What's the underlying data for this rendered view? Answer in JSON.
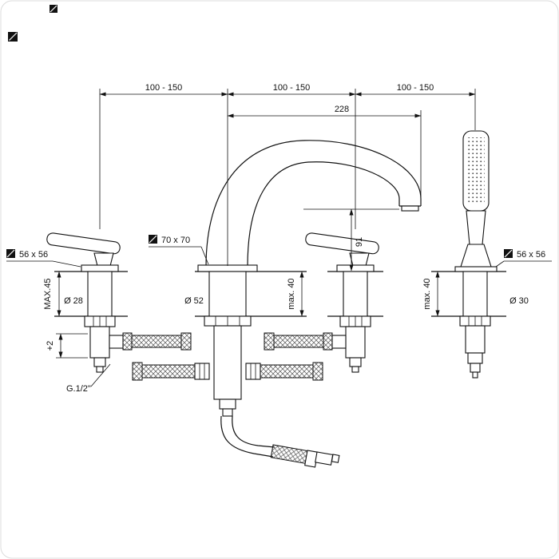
{
  "meta": {
    "background": "#ffffff",
    "line_color": "#111111",
    "border_color": "#dcdcdc",
    "description": "Technical dimensional drawing of a deck-mounted bath mixer with spout, two lever handles and hand shower"
  },
  "labels": {
    "top_spacing_left": "100 - 150",
    "top_spacing_center": "100 - 150",
    "top_spacing_right": "100 - 150",
    "spout_reach": "228",
    "spout_outlet_height": "91",
    "left_escutcheon": "56 x 56",
    "center_escutcheon": "70 x 70",
    "right_escutcheon": "56 x 56",
    "left_handle_diameter": "Ø 28",
    "spout_diameter": "Ø 52",
    "handshower_diameter": "Ø 30",
    "left_max_deck": "MAX.45",
    "center_max_deck": "max. 40",
    "right_max_deck": "max. 40",
    "height_adjustment": "+2",
    "thread_size": "G.1/2\""
  }
}
